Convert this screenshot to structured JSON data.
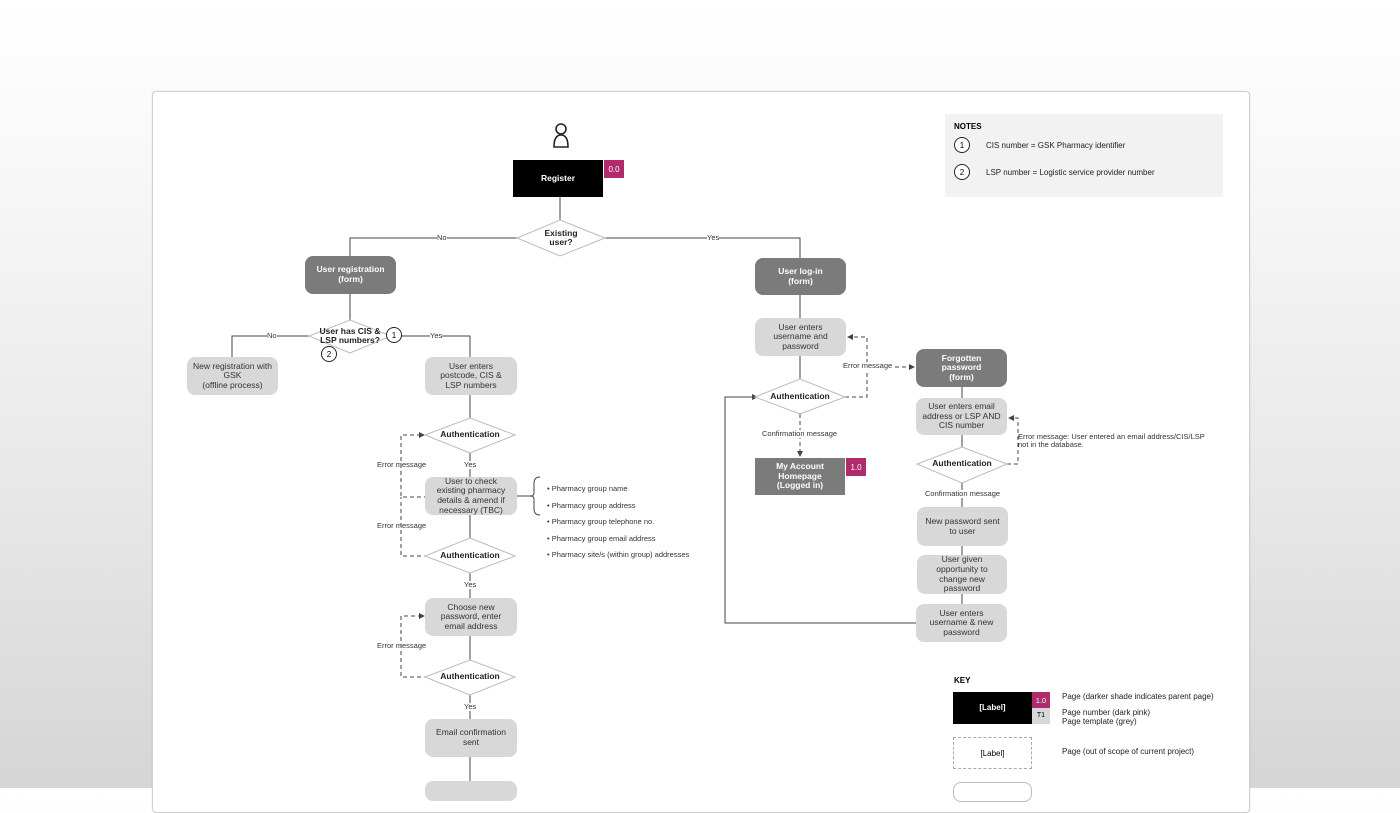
{
  "colors": {
    "badge": "#b12a6b",
    "dark_box": "#7b7b7b",
    "light_box": "#d8d8d8",
    "black_box": "#000000"
  },
  "start_icon": "user-icon",
  "register": {
    "label": "Register",
    "page": "0.0"
  },
  "existing_user": "Existing\nuser?",
  "branch_no": "No",
  "branch_yes": "Yes",
  "user_registration": "User registration\n(form)",
  "user_has_numbers": "User has CIS &\nLSP numbers?",
  "new_registration": "New registration with\nGSK\n(offline process)",
  "enters_postcode": "User enters\npostcode, CIS &\nLSP numbers",
  "authentication": "Authentication",
  "error_message": "Error message",
  "check_details": "User to check\nexisting pharmacy\ndetails & amend if\nnecessary (TBC)",
  "pharmacy_details": [
    "• Pharmacy group name",
    "• Pharmacy group address",
    "• Pharmacy group telephone no.",
    "• Pharmacy group email address",
    "• Pharmacy site/s (within group) addresses"
  ],
  "choose_password": "Choose new\npassword, enter\nemail address",
  "email_confirmation": "Email confirmation\nsent",
  "user_login": "User log-in\n(form)",
  "enters_username": "User enters\nusername and\npassword",
  "confirmation_message": "Confirmation message",
  "my_account": {
    "label": "My Account\nHomepage\n(Logged in)",
    "page": "1.0"
  },
  "forgotten_password": "Forgotten\npassword\n(form)",
  "enters_email": "User enters email\naddress or LSP AND\nCIS number",
  "fp_error_message": "Error message: User entered an email address/CIS/LSP\nnot in the database.",
  "new_password_sent": "New password sent\nto user",
  "given_opportunity": "User given\nopportunity to\nchange new\npassword",
  "enters_new_password": "User enters\nusername & new\npassword",
  "notes": {
    "title": "NOTES",
    "items": [
      {
        "num": "1",
        "text": "CIS number = GSK Pharmacy identifier"
      },
      {
        "num": "2",
        "text": "LSP number = Logistic service provider number"
      }
    ]
  },
  "key": {
    "title": "KEY",
    "label": "[Label]",
    "page_num": "1.0",
    "template": "T1",
    "page_desc": "Page (darker shade indicates parent page)",
    "num_desc": "Page number (dark pink)\nPage template (grey)",
    "oos_label": "[Label]",
    "oos_desc": "Page (out of scope of current project)"
  }
}
